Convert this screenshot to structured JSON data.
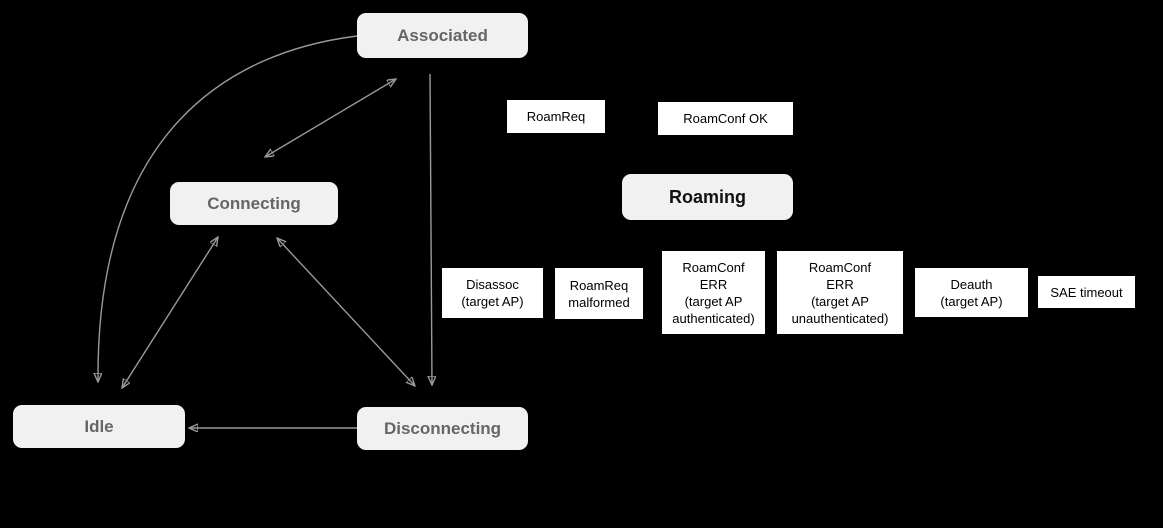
{
  "colors": {
    "background": "#000000",
    "state_fill": "#f1f1f1",
    "state_text": "#666666",
    "roaming_text": "#111111",
    "event_fill": "#ffffff",
    "event_text": "#000000",
    "edge": "#999999"
  },
  "states": {
    "associated": {
      "label": "Associated"
    },
    "connecting": {
      "label": "Connecting"
    },
    "idle": {
      "label": "Idle"
    },
    "disconnecting": {
      "label": "Disconnecting"
    },
    "roaming": {
      "label": "Roaming"
    }
  },
  "events": {
    "roam_req": {
      "label": "RoamReq"
    },
    "roam_conf_ok": {
      "label": "RoamConf OK"
    },
    "disassoc": {
      "label": "Disassoc\n(target AP)"
    },
    "roam_req_malformed": {
      "label": "RoamReq\nmalformed"
    },
    "roam_conf_err_auth": {
      "label": "RoamConf\nERR\n(target AP\nauthenticated)"
    },
    "roam_conf_err_unauth": {
      "label": "RoamConf\nERR\n(target AP\nunauthenticated)"
    },
    "deauth": {
      "label": "Deauth\n(target AP)"
    },
    "sae_timeout": {
      "label": "SAE timeout"
    }
  },
  "edges": [
    {
      "from": "Associated",
      "to": "Idle",
      "style": "curved",
      "arrows": "end"
    },
    {
      "from": "Connecting",
      "to": "Idle",
      "style": "straight",
      "arrows": "both"
    },
    {
      "from": "Connecting",
      "to": "Disconnecting",
      "style": "straight",
      "arrows": "both"
    },
    {
      "from": "Connecting",
      "to": "Associated",
      "style": "straight",
      "arrows": "both"
    },
    {
      "from": "Associated",
      "to": "Disconnecting",
      "style": "straight",
      "arrows": "end"
    },
    {
      "from": "Disconnecting",
      "to": "Idle",
      "style": "straight",
      "arrows": "end"
    }
  ]
}
